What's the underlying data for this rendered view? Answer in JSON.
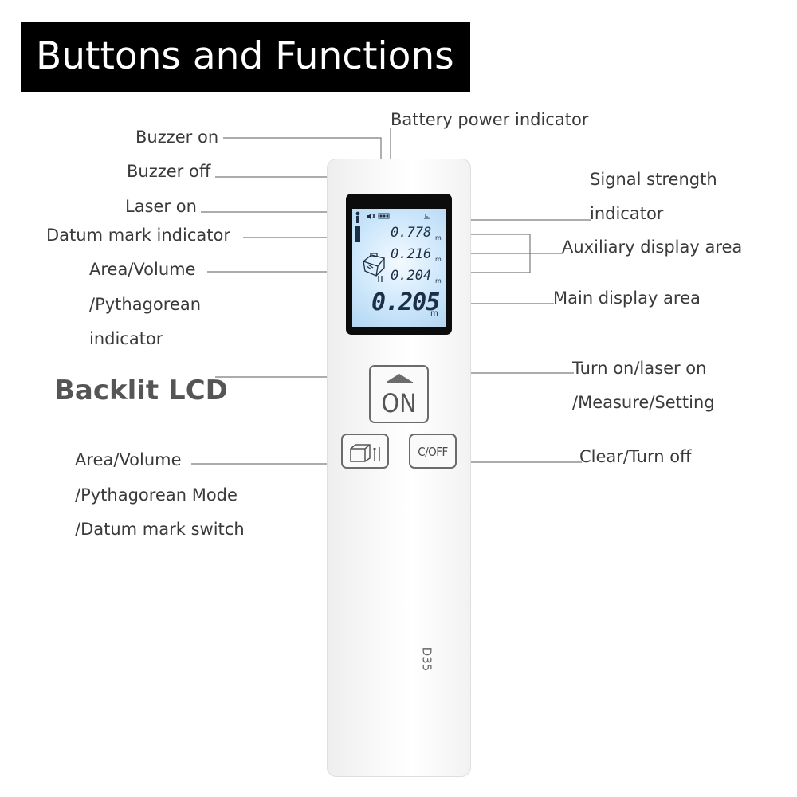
{
  "title": "Buttons and Functions",
  "callouts": {
    "battery": "Battery power indicator",
    "buzzer_on": "Buzzer on",
    "buzzer_off": "Buzzer off",
    "laser_on": "Laser on",
    "datum_mark": "Datum mark indicator",
    "signal_line1": "Signal strength",
    "signal_line2": "indicator",
    "auxiliary": "Auxiliary display area",
    "area_line1": "Area/Volume",
    "area_line2": "/Pythagorean",
    "area_line3": "indicator",
    "main_display": "Main display area",
    "backlit": "Backlit LCD",
    "turn_on_line1": "Turn on/laser on",
    "turn_on_line2": "/Measure/Setting",
    "mode_line1": "Area/Volume",
    "mode_line2": "/Pythagorean Mode",
    "mode_line3": "/Datum mark switch",
    "clear_off": "Clear/Turn off"
  },
  "device": {
    "model": "D35",
    "on_button_label": "ON",
    "off_button_label": "C/OFF",
    "lcd": {
      "aux_values": [
        "0.778",
        "0.216",
        "0.204"
      ],
      "main_value": "0.205",
      "unit": "m"
    }
  },
  "colors": {
    "title_background": "#000000",
    "title_text": "#ffffff",
    "label_text": "#3a3a3a",
    "leader_line": "#7a7a7a",
    "lcd_backlight": "#cde7fb",
    "lcd_segments": "#1d2f46"
  }
}
